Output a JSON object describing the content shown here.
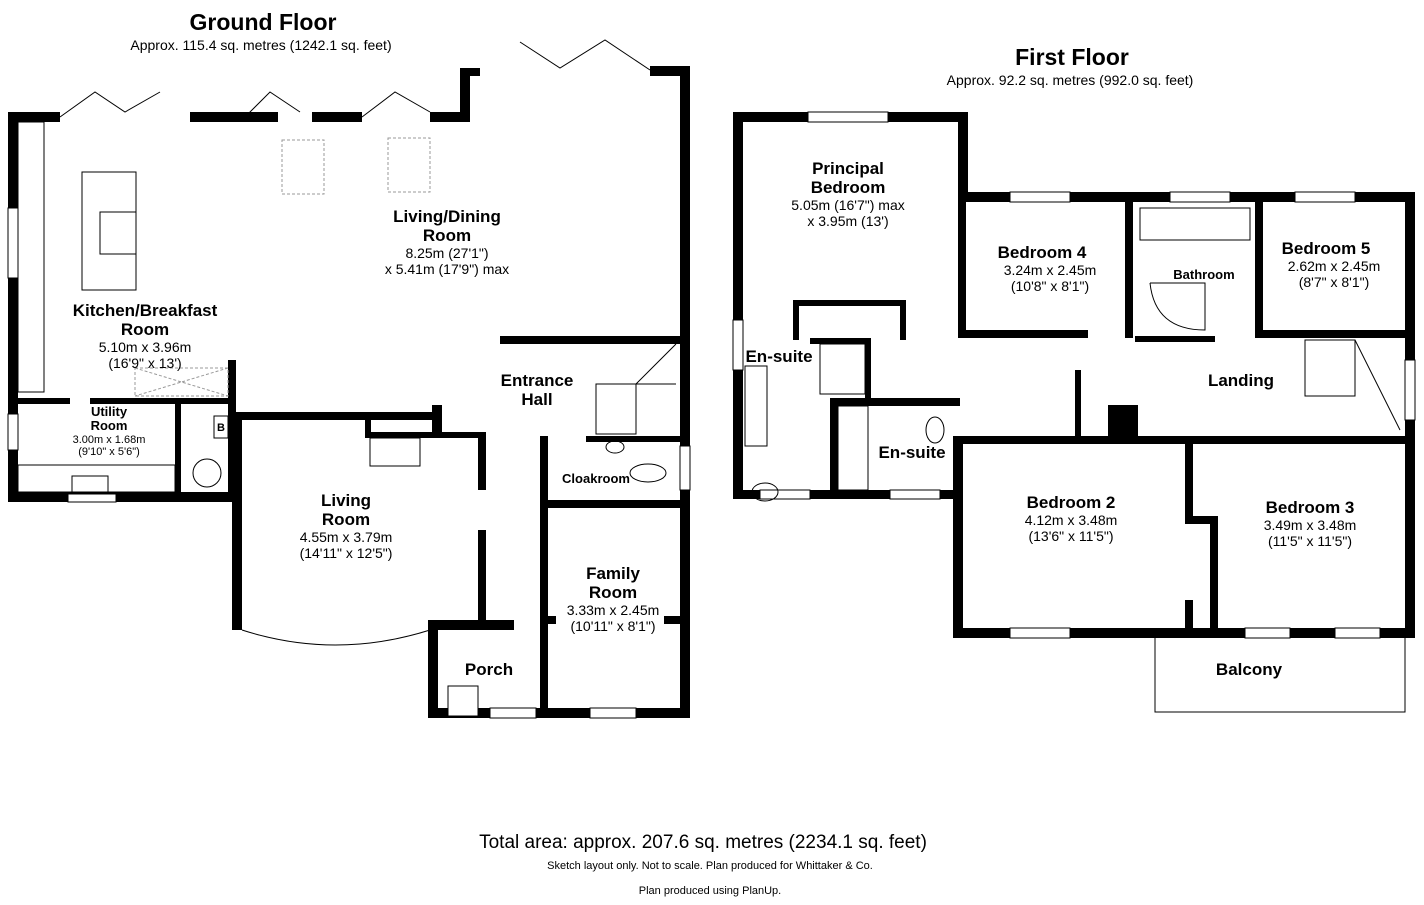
{
  "ground_floor": {
    "title": "Ground Floor",
    "area": "Approx. 115.4 sq. metres (1242.1 sq. feet)",
    "rooms": {
      "kitchen": {
        "name1": "Kitchen/Breakfast",
        "name2": "Room",
        "dim": "5.10m x 3.96m",
        "imp": "(16'9\" x 13')"
      },
      "living_dining": {
        "name1": "Living/Dining",
        "name2": "Room",
        "dim": "8.25m (27'1\")",
        "imp": "x 5.41m (17'9\") max"
      },
      "utility": {
        "name1": "Utility",
        "name2": "Room",
        "dim": "3.00m x 1.68m",
        "imp": "(9'10\" x 5'6\")",
        "boiler": "B"
      },
      "entrance": {
        "name1": "Entrance",
        "name2": "Hall"
      },
      "cloakroom": {
        "name": "Cloakroom"
      },
      "living": {
        "name1": "Living",
        "name2": "Room",
        "dim": "4.55m x 3.79m",
        "imp": "(14'11\" x 12'5\")"
      },
      "family": {
        "name1": "Family",
        "name2": "Room",
        "dim": "3.33m x 2.45m",
        "imp": "(10'11\" x 8'1\")"
      },
      "porch": {
        "name": "Porch"
      }
    }
  },
  "first_floor": {
    "title": "First Floor",
    "area": "Approx. 92.2 sq. metres (992.0 sq. feet)",
    "rooms": {
      "principal": {
        "name1": "Principal",
        "name2": "Bedroom",
        "dim": "5.05m (16'7\") max",
        "imp": "x 3.95m (13')"
      },
      "bed4": {
        "name": "Bedroom 4",
        "dim": "3.24m x 2.45m",
        "imp": "(10'8\" x 8'1\")"
      },
      "bathroom": {
        "name": "Bathroom"
      },
      "bed5": {
        "name": "Bedroom 5",
        "dim": "2.62m x 2.45m",
        "imp": "(8'7\" x 8'1\")"
      },
      "ensuite1": {
        "name": "En-suite"
      },
      "ensuite2": {
        "name": "En-suite"
      },
      "landing": {
        "name": "Landing"
      },
      "bed2": {
        "name": "Bedroom 2",
        "dim": "4.12m x 3.48m",
        "imp": "(13'6\" x 11'5\")"
      },
      "bed3": {
        "name": "Bedroom 3",
        "dim": "3.49m x 3.48m",
        "imp": "(11'5\" x 11'5\")"
      },
      "balcony": {
        "name": "Balcony"
      }
    }
  },
  "footer": {
    "total": "Total area: approx. 207.6 sq. metres (2234.1 sq. feet)",
    "note1": "Sketch layout only. Not to scale. Plan produced for Whittaker & Co.",
    "note2": "Plan produced using PlanUp."
  }
}
